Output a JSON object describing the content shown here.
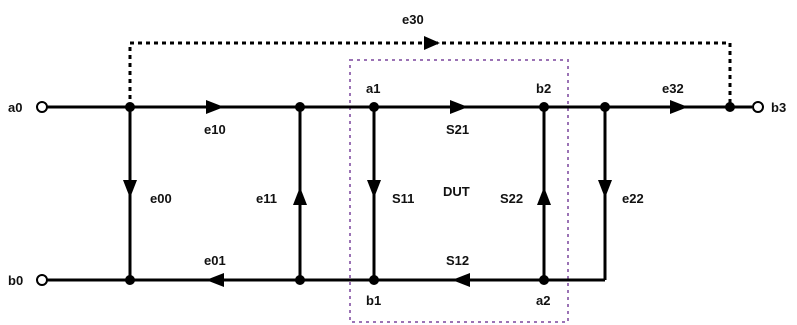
{
  "colors": {
    "wire": "#000000",
    "dut_border": "#9B73B5",
    "background": "#ffffff"
  },
  "ports": {
    "a0": "a0",
    "b0": "b0",
    "b3": "b3"
  },
  "nodes": {
    "a1": "a1",
    "b1": "b1",
    "a2": "a2",
    "b2": "b2"
  },
  "terms": {
    "e30": "e30",
    "e10": "e10",
    "e00": "e00",
    "e01": "e01",
    "e11": "e11",
    "e22": "e22",
    "e32": "e32",
    "s21": "S21",
    "s11": "S11",
    "s22": "S22",
    "s12": "S12",
    "dut": "DUT"
  }
}
